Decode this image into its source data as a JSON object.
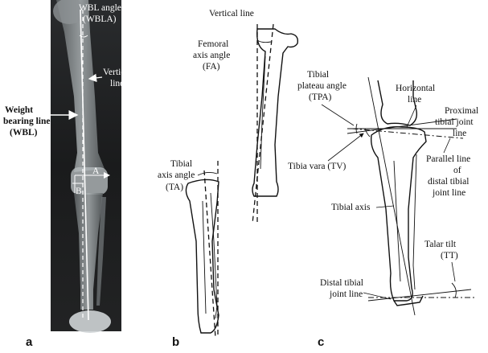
{
  "panel_a": {
    "letter": "a",
    "label_wbla_1": "WBL angle",
    "label_wbla_2": "(WBLA)",
    "label_vertical_1": "Vertical",
    "label_vertical_2": "line",
    "label_wbl_1": "Weight",
    "label_wbl_2": "bearing line",
    "label_wbl_3": "(WBL)",
    "label_A": "A",
    "label_B": "B"
  },
  "panel_b": {
    "letter": "b",
    "label_vertical": "Vertical line",
    "label_fa_1": "Femoral",
    "label_fa_2": "axis angle",
    "label_fa_3": "(FA)",
    "label_ta_1": "Tibial",
    "label_ta_2": "axis angle",
    "label_ta_3": "(TA)"
  },
  "panel_c": {
    "letter": "c",
    "label_tpa_1": "Tibial",
    "label_tpa_2": "plateau angle",
    "label_tpa_3": "(TPA)",
    "label_horizontal_1": "Horizontal",
    "label_horizontal_2": "line",
    "label_proximal_1": "Proximal",
    "label_proximal_2": "tibial joint",
    "label_proximal_3": "line",
    "label_tv": "Tibia vara (TV)",
    "label_parallel_1": "Parallel line",
    "label_parallel_2": "of",
    "label_parallel_3": "distal tibial",
    "label_parallel_4": "joint line",
    "label_tibial_axis": "Tibial axis",
    "label_tt_1": "Talar tilt",
    "label_tt_2": "(TT)",
    "label_distal_1": "Distal tibial",
    "label_distal_2": "joint line"
  }
}
